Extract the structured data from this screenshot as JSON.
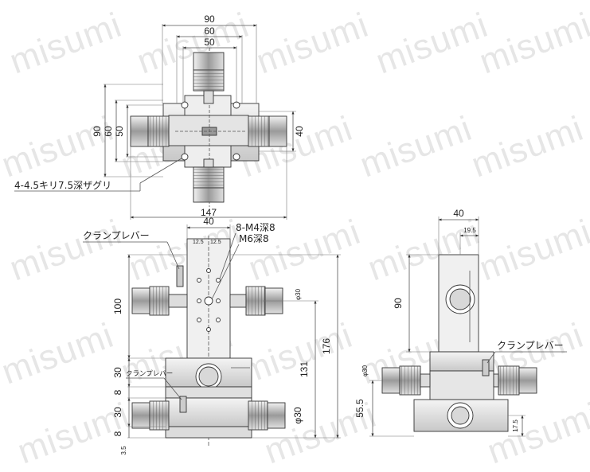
{
  "watermark": "misumi",
  "top_view": {
    "dims": {
      "w90": "90",
      "w60": "60",
      "w50": "50",
      "h90": "90",
      "h60": "60",
      "h50": "50",
      "h40": "40",
      "w147": "147"
    },
    "note_counterbore": "4-4.5キリ7.5深ザグリ"
  },
  "front_view": {
    "clamp_lever_top": "クランプレバー",
    "clamp_lever_mid": "クランプレバー",
    "tap_note_1": "8-M4深8",
    "tap_note_2": "M6深8",
    "dims": {
      "w40": "40",
      "pitch_a": "12.5",
      "pitch_b": "12.5",
      "v100": "100",
      "v30a": "30",
      "v8a": "8",
      "v30b": "30",
      "v8b": "8",
      "v3_5": "3.5",
      "v176": "176",
      "v131": "131",
      "phi30a": "φ30",
      "phi30b": "φ30"
    }
  },
  "side_view": {
    "clamp_lever": "クランプレバー",
    "dims": {
      "w40": "40",
      "w19_5": "19.5",
      "v90": "90",
      "v55_5": "55.5",
      "v17_5": "17.5",
      "phi30": "φ30"
    }
  }
}
